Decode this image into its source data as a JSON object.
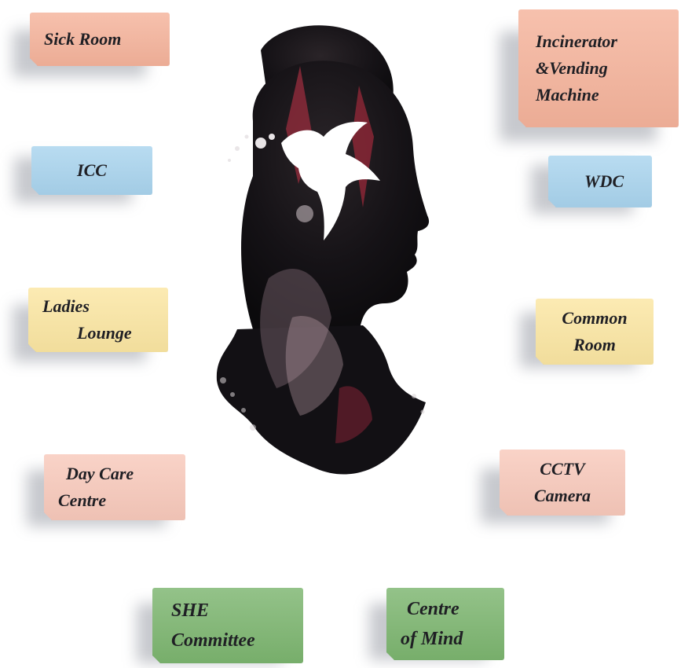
{
  "colors": {
    "salmon": "#f5b39b",
    "blue": "#a9d4ee",
    "yellow": "#fbe6a2",
    "pink": "#f8c9bb",
    "green": "#7cb56f"
  },
  "portrait": {
    "icon": "woman-silhouette-with-dove"
  },
  "cards": {
    "sick_room": [
      "Sick Room"
    ],
    "incinerator": [
      "Incinerator",
      "&Vending",
      "Machine"
    ],
    "icc": [
      "ICC"
    ],
    "wdc": [
      "WDC"
    ],
    "ladies_lounge": [
      "Ladies",
      "Lounge"
    ],
    "common_room": [
      "Common",
      "Room"
    ],
    "day_care": [
      "Day Care",
      "Centre"
    ],
    "cctv": [
      "CCTV",
      "Camera"
    ],
    "she_committee": [
      "SHE",
      "Committee"
    ],
    "centre_of_mind": [
      "Centre",
      "of Mind"
    ]
  }
}
